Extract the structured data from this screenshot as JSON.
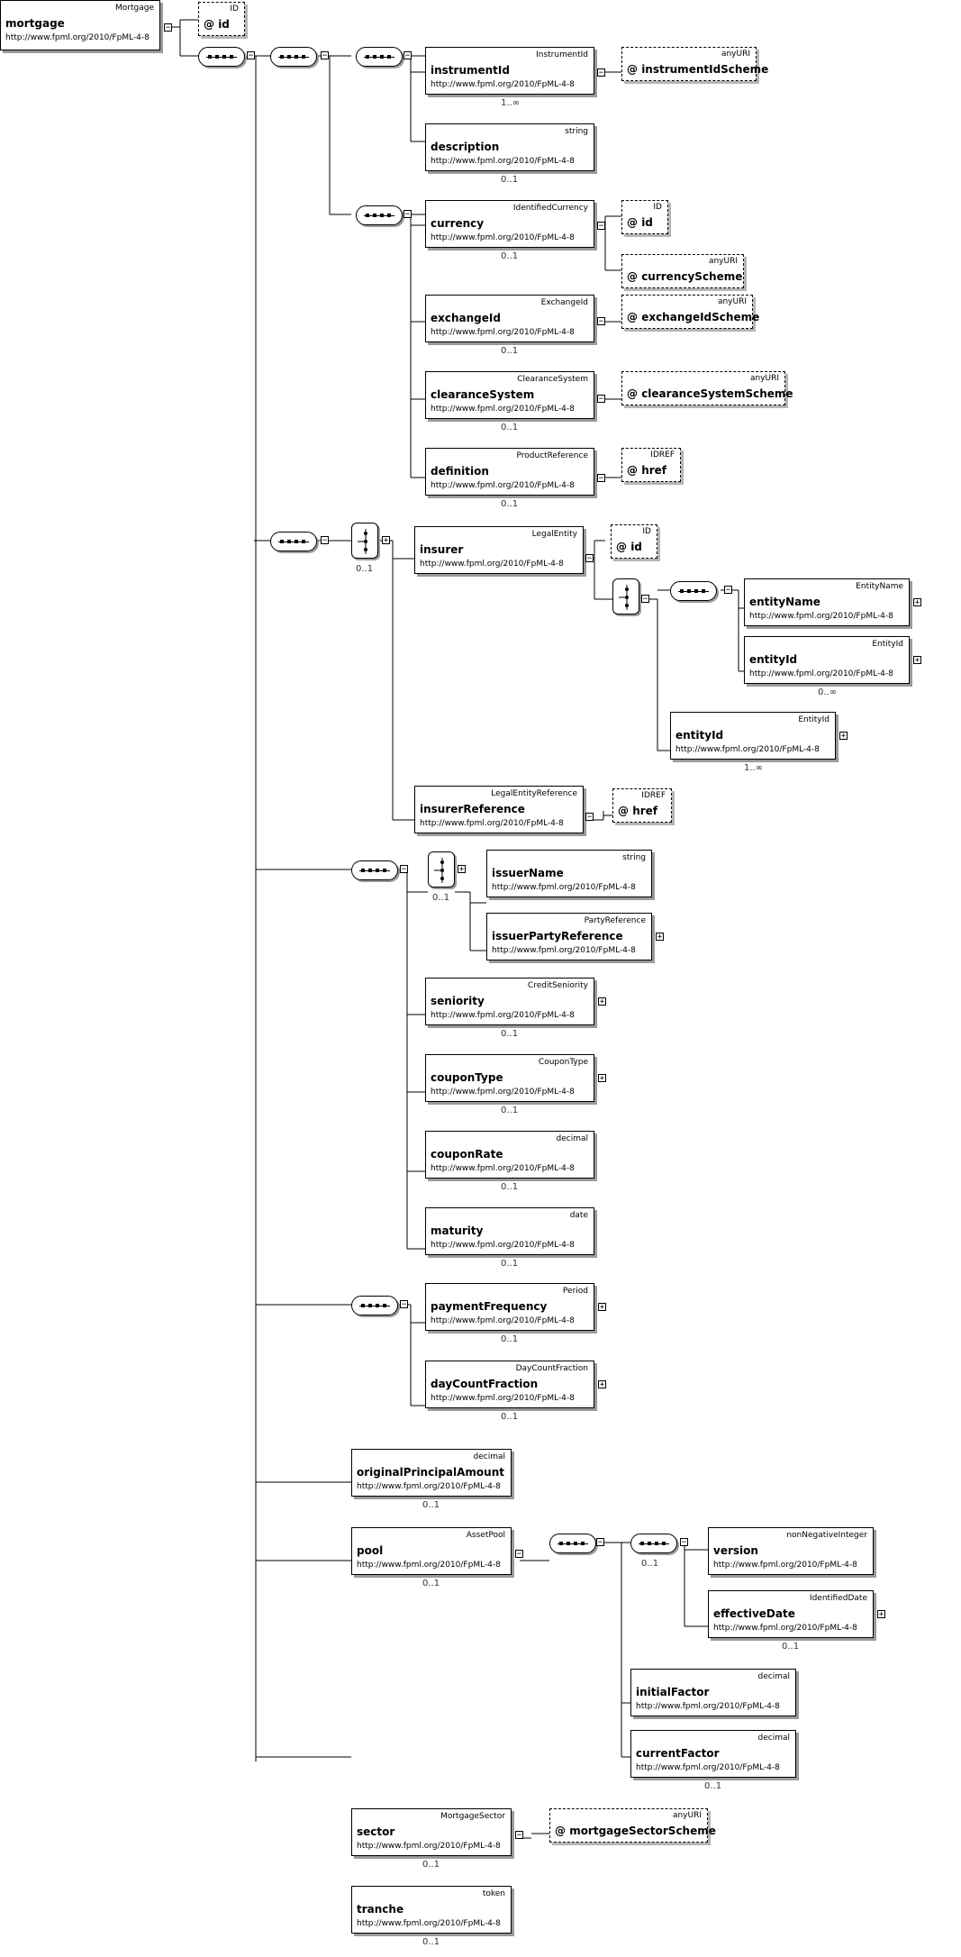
{
  "schema_namespace": "http://www.fpml.org/2010/FpML-4-8",
  "elements": {
    "mortgage": {
      "name": "mortgage",
      "type": "Mortgage"
    },
    "instrumentId": {
      "name": "instrumentId",
      "type": "InstrumentId",
      "card": "1..∞"
    },
    "description": {
      "name": "description",
      "type": "string",
      "card": "0..1"
    },
    "currency": {
      "name": "currency",
      "type": "IdentifiedCurrency",
      "card": "0..1"
    },
    "exchangeId": {
      "name": "exchangeId",
      "type": "ExchangeId",
      "card": "0..1"
    },
    "clearanceSystem": {
      "name": "clearanceSystem",
      "type": "ClearanceSystem",
      "card": "0..1"
    },
    "definition": {
      "name": "definition",
      "type": "ProductReference",
      "card": "0..1"
    },
    "insurer": {
      "name": "insurer",
      "type": "LegalEntity"
    },
    "entityName": {
      "name": "entityName",
      "type": "EntityName"
    },
    "entityId_inner": {
      "name": "entityId",
      "type": "EntityId",
      "card": "0..∞"
    },
    "entityId_outer": {
      "name": "entityId",
      "type": "EntityId",
      "card": "1..∞"
    },
    "insurerReference": {
      "name": "insurerReference",
      "type": "LegalEntityReference"
    },
    "issuerName": {
      "name": "issuerName",
      "type": "string"
    },
    "issuerPartyReference": {
      "name": "issuerPartyReference",
      "type": "PartyReference"
    },
    "seniority": {
      "name": "seniority",
      "type": "CreditSeniority",
      "card": "0..1"
    },
    "couponType": {
      "name": "couponType",
      "type": "CouponType",
      "card": "0..1"
    },
    "couponRate": {
      "name": "couponRate",
      "type": "decimal",
      "card": "0..1"
    },
    "maturity": {
      "name": "maturity",
      "type": "date",
      "card": "0..1"
    },
    "paymentFrequency": {
      "name": "paymentFrequency",
      "type": "Period",
      "card": "0..1"
    },
    "dayCountFraction": {
      "name": "dayCountFraction",
      "type": "DayCountFraction",
      "card": "0..1"
    },
    "originalPrincipalAmount": {
      "name": "originalPrincipalAmount",
      "type": "decimal",
      "card": "0..1"
    },
    "pool": {
      "name": "pool",
      "type": "AssetPool",
      "card": "0..1"
    },
    "version": {
      "name": "version",
      "type": "nonNegativeInteger"
    },
    "effectiveDate": {
      "name": "effectiveDate",
      "type": "IdentifiedDate",
      "card": "0..1"
    },
    "initialFactor": {
      "name": "initialFactor",
      "type": "decimal"
    },
    "currentFactor": {
      "name": "currentFactor",
      "type": "decimal",
      "card": "0..1"
    },
    "sector": {
      "name": "sector",
      "type": "MortgageSector",
      "card": "0..1"
    },
    "tranche": {
      "name": "tranche",
      "type": "token",
      "card": "0..1"
    }
  },
  "attributes": {
    "mortgage_id": {
      "name": "id",
      "type": "ID"
    },
    "instrumentIdScheme": {
      "name": "instrumentIdScheme",
      "type": "anyURI"
    },
    "currency_id": {
      "name": "id",
      "type": "ID"
    },
    "currencyScheme": {
      "name": "currencyScheme",
      "type": "anyURI"
    },
    "exchangeIdScheme": {
      "name": "exchangeIdScheme",
      "type": "anyURI"
    },
    "clearanceSystemScheme": {
      "name": "clearanceSystemScheme",
      "type": "anyURI"
    },
    "definition_href": {
      "name": "href",
      "type": "IDREF"
    },
    "insurer_id": {
      "name": "id",
      "type": "ID"
    },
    "insurerReference_href": {
      "name": "href",
      "type": "IDREF"
    },
    "mortgageSectorScheme": {
      "name": "mortgageSectorScheme",
      "type": "anyURI"
    }
  },
  "compositor_cards": {
    "choice_insurer": "0..1",
    "choice_issuer": "0..1",
    "seq_pool_version": "0..1"
  },
  "symbols": {
    "attr_marker": "@",
    "collapse": "−",
    "expand": "+"
  }
}
